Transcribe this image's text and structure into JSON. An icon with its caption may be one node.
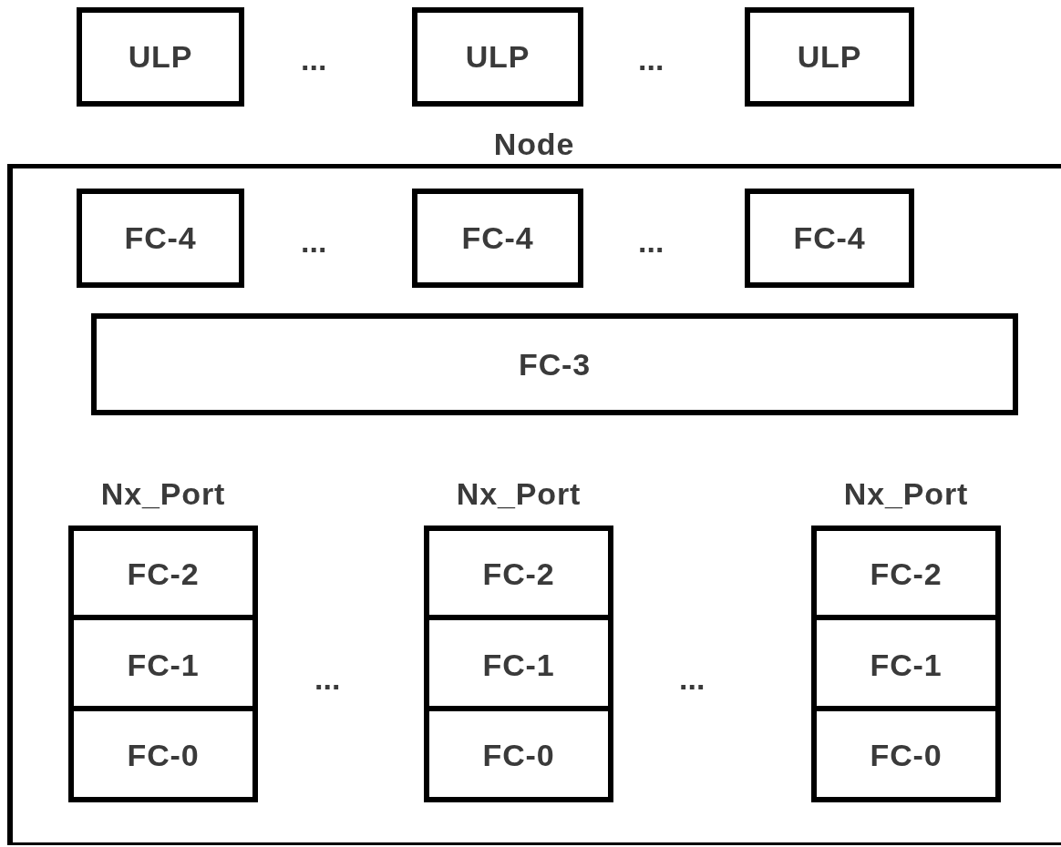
{
  "diagram": {
    "nodes": [
      {
        "text": [
          "ULP"
        ]
      },
      {
        "text": [
          "ULP"
        ]
      },
      {
        "text": [
          "ULP"
        ]
      },
      {
        "text": [
          "Node"
        ]
      },
      {
        "text": [
          "FC-4"
        ],
        "in": 3
      },
      {
        "text": [
          "FC-4"
        ],
        "in": 3
      },
      {
        "text": [
          "FC-4"
        ],
        "in": 3
      },
      {
        "text": [
          "FC-3"
        ],
        "in": 3
      },
      {
        "text": [
          "Nx_Port"
        ],
        "in": 3
      },
      {
        "text": [
          "FC-2"
        ],
        "in": 8
      },
      {
        "text": [
          "FC-1"
        ],
        "in": 8
      },
      {
        "text": [
          "FC-0"
        ],
        "in": 8
      },
      {
        "text": [
          "Nx_Port"
        ],
        "in": 3
      },
      {
        "text": [
          "FC-2"
        ],
        "in": 12
      },
      {
        "text": [
          "FC-1"
        ],
        "in": 12
      },
      {
        "text": [
          "FC-0"
        ],
        "in": 12
      },
      {
        "text": [
          "Nx_Port"
        ],
        "in": 3
      },
      {
        "text": [
          "FC-2"
        ],
        "in": 16
      },
      {
        "text": [
          "FC-1"
        ],
        "in": 16
      },
      {
        "text": [
          "FC-0"
        ],
        "in": 16
      }
    ],
    "edges": [],
    "labels": [
      "...",
      "...",
      "...",
      "...",
      "...",
      "..."
    ]
  }
}
